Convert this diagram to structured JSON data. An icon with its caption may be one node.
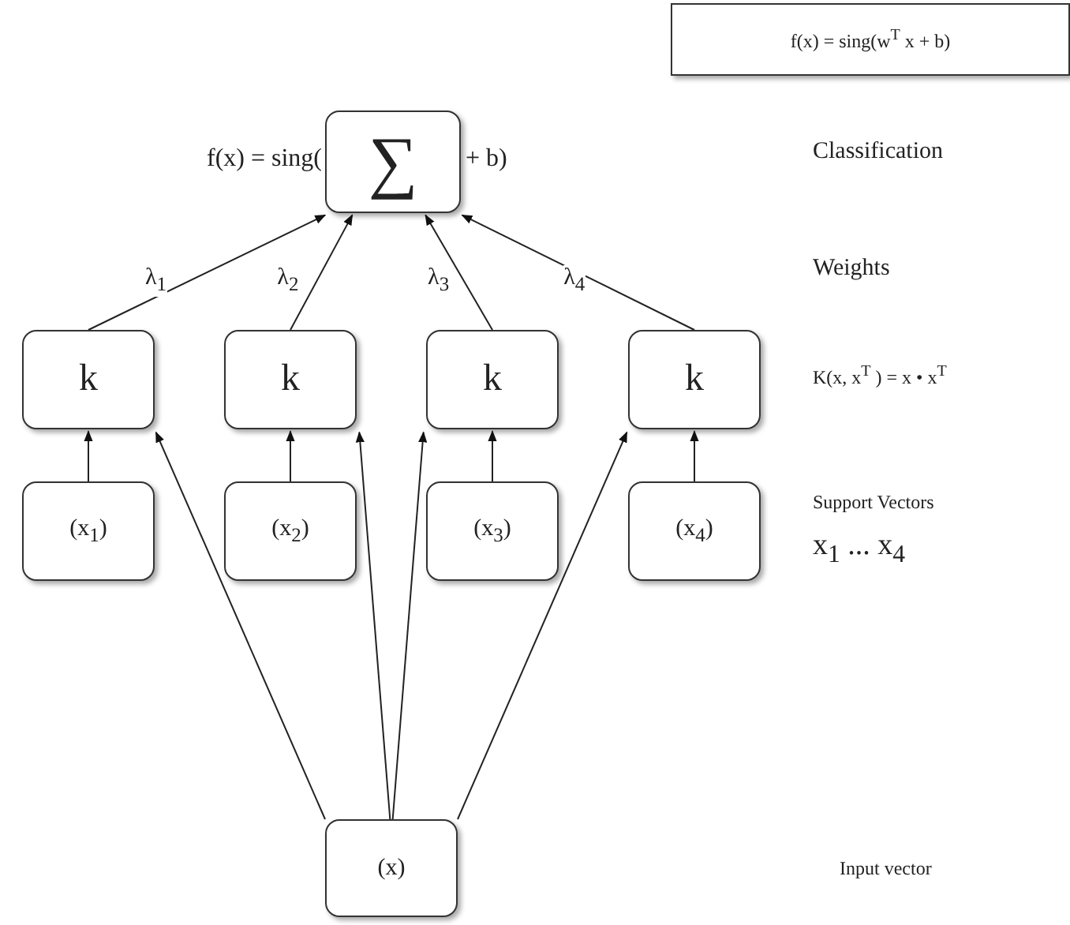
{
  "diagram": {
    "nodes": [
      {
        "text": [
          "f(x) = sing(w$^{T}$ x + b)"
        ]
      },
      {
        "text": [
          "∑"
        ],
        "beside": [
          "f(x) = sing(",
          "+ b)"
        ]
      },
      {
        "text": [
          "k"
        ]
      },
      {
        "text": [
          "k"
        ]
      },
      {
        "text": [
          "k"
        ]
      },
      {
        "text": [
          "k"
        ]
      },
      {
        "text": [
          "(x$_{1}$)"
        ]
      },
      {
        "text": [
          "(x$_{2}$)"
        ]
      },
      {
        "text": [
          "(x$_{3}$)"
        ]
      },
      {
        "text": [
          "(x$_{4}$)"
        ]
      },
      {
        "text": [
          "(x)"
        ]
      }
    ],
    "edges": [
      {
        "from": 2,
        "to": 1,
        "arrow": "to",
        "label": "λ$_{1}$"
      },
      {
        "from": 3,
        "to": 1,
        "arrow": "to",
        "label": "λ$_{2}$"
      },
      {
        "from": 4,
        "to": 1,
        "arrow": "to",
        "label": "λ$_{3}$"
      },
      {
        "from": 5,
        "to": 1,
        "arrow": "to",
        "label": "λ$_{4}$"
      },
      {
        "from": 6,
        "to": 2,
        "arrow": "to"
      },
      {
        "from": 7,
        "to": 3,
        "arrow": "to"
      },
      {
        "from": 8,
        "to": 4,
        "arrow": "to"
      },
      {
        "from": 9,
        "to": 5,
        "arrow": "to"
      },
      {
        "from": 10,
        "to": 2,
        "arrow": "to"
      },
      {
        "from": 10,
        "to": 3,
        "arrow": "to"
      },
      {
        "from": 10,
        "to": 4,
        "arrow": "to"
      },
      {
        "from": 10,
        "to": 5,
        "arrow": "to"
      }
    ],
    "labels": [
      "Classification",
      "Weights",
      "K(x, x$^{T}$ ) = x • x$^{T}$",
      "Support Vectors",
      "x$_{1}$ ... x$_{4}$",
      "Input vector"
    ]
  }
}
